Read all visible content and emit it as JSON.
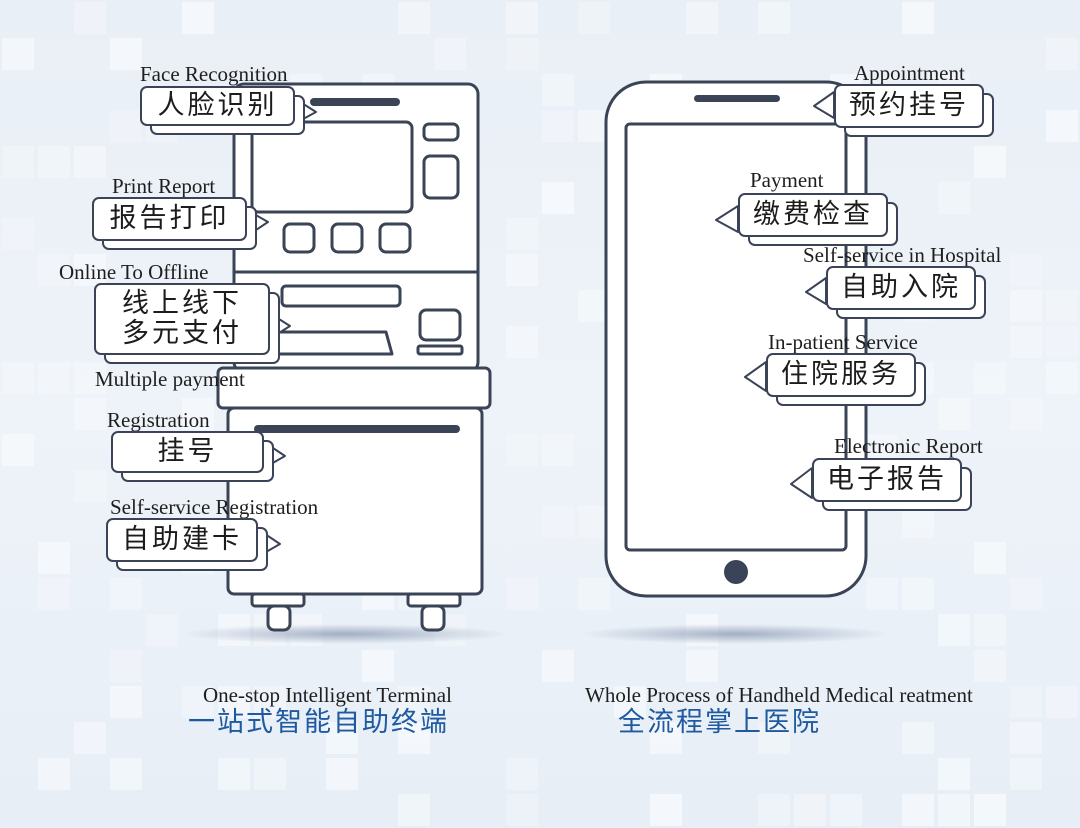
{
  "terminal": {
    "face_recognition_en": "Face Recognition",
    "face_recognition_zh": "人脸识别",
    "print_report_en": "Print Report",
    "print_report_zh": "报告打印",
    "online_offline_en": "Online To Offline",
    "online_offline_zh": "线上线下\n多元支付",
    "multiple_payment_en": "Multiple payment",
    "registration_en": "Registration",
    "registration_zh": "挂号",
    "self_registration_en": "Self-service Registration",
    "self_registration_zh": "自助建卡",
    "caption_en": "One-stop Intelligent Terminal",
    "caption_zh": "一站式智能自助终端"
  },
  "phone": {
    "appointment_en": "Appointment",
    "appointment_zh": "预约挂号",
    "payment_en": "Payment",
    "payment_zh": "缴费检查",
    "self_hospital_en": "Self-service in Hospital",
    "self_hospital_zh": "自助入院",
    "inpatient_en": "In-patient Service",
    "inpatient_zh": "住院服务",
    "report_en": "Electronic Report",
    "report_zh": "电子报告",
    "caption_en": "Whole Process of Handheld Medical reatment",
    "caption_zh": "全流程掌上医院"
  },
  "colors": {
    "outline": "#3a4456",
    "caption_zh": "#1f5aa0",
    "background": "#e9eff6"
  }
}
